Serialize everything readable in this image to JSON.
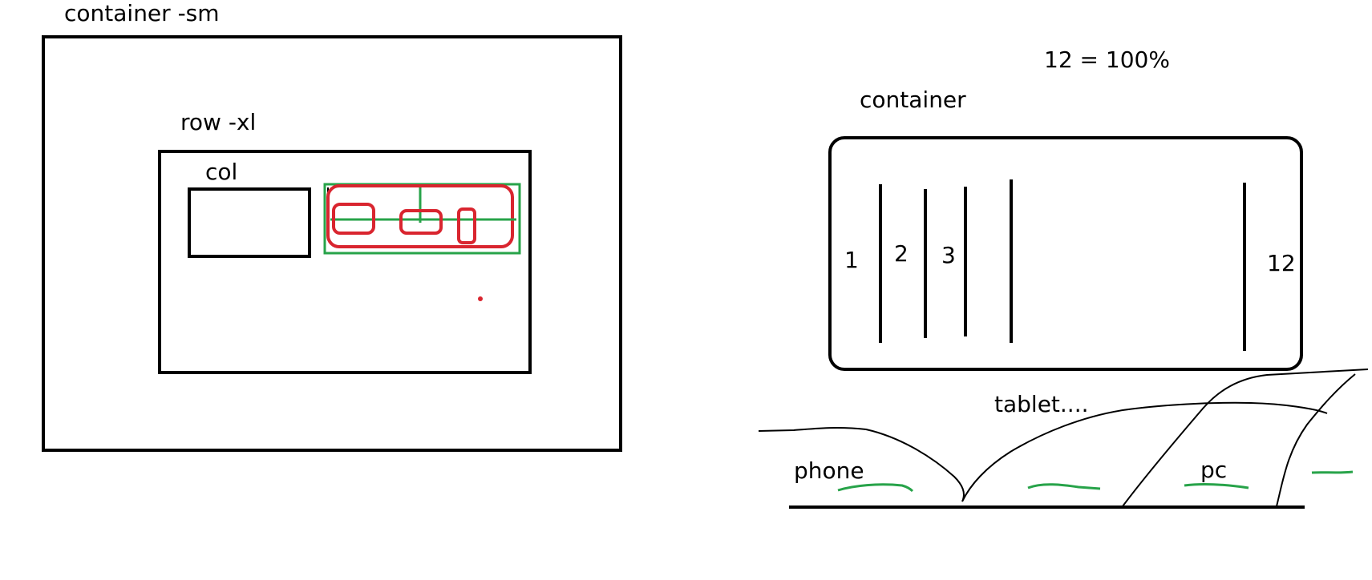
{
  "labels": {
    "container_sm": "container -sm",
    "row_xl": "row -xl",
    "col": "col",
    "twelve_percent": "12 = 100%",
    "container": "container",
    "col_1": "1",
    "col_2": "2",
    "col_3": "3",
    "col_12": "12",
    "tablet": "tablet....",
    "phone": "phone",
    "pc": "pc"
  },
  "colors": {
    "ink": "#000000",
    "red": "#d9252f",
    "green": "#27a349",
    "background": "#ffffff"
  }
}
